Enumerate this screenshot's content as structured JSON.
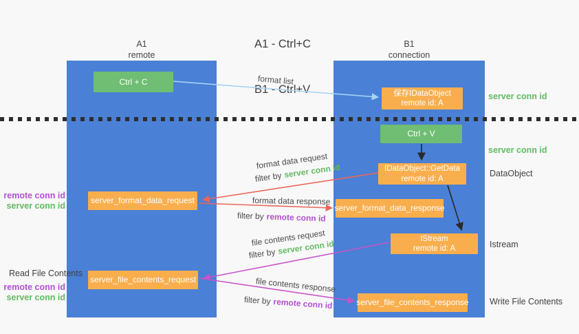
{
  "title": {
    "line1": "A1 - Ctrl+C",
    "line2": "B1 - Ctrl+V"
  },
  "columns": {
    "a1": {
      "name": "A1",
      "subtitle": "remote"
    },
    "b1": {
      "name": "B1",
      "subtitle": "connection"
    }
  },
  "nodes": {
    "ctrl_c": {
      "label": "Ctrl + C"
    },
    "ctrl_v": {
      "label": "Ctrl + V"
    },
    "save_dataobject": {
      "line1": "保存IDataObject",
      "line2": "remote id: A"
    },
    "getdata": {
      "line1": "IDataObject::GetData",
      "line2": "remote id: A"
    },
    "istream": {
      "line1": "IStream",
      "line2": "remote id: A"
    },
    "format_request": {
      "label": "server_format_data_request"
    },
    "format_response": {
      "label": "server_format_data_response"
    },
    "file_request": {
      "label": "server_file_contents_request"
    },
    "file_response": {
      "label": "server_file_contents_response"
    }
  },
  "arrow_labels": {
    "format_list": "format list",
    "format_data_request": "format data request",
    "format_data_response": "format data response",
    "file_contents_request": "file contents request",
    "file_contents_response": "file contents response",
    "filter_by": "filter by",
    "server_conn_id": "server conn id",
    "remote_conn_id": "remote conn id"
  },
  "side_labels": {
    "server_conn_id_top": "server conn id",
    "server_conn_id_mid": "server conn id",
    "dataobject": "DataObject",
    "istream": "Istream",
    "write_file_contents": "Write File Contents",
    "read_file_contents": "Read File Contents",
    "remote_conn_id": "remote conn id",
    "server_conn_id": "server conn id"
  },
  "colors": {
    "background": "#f8f8f8",
    "column_blue": "#4a80d5",
    "box_green": "#6fbe73",
    "box_orange": "#f9ae4d",
    "text_green": "#62ba62",
    "text_purple": "#b14fd1",
    "arrow_red": "#ec665a",
    "arrow_magenta": "#c655c9",
    "arrow_blue": "#a6d3f2",
    "arrow_black": "#2a2a2a"
  }
}
